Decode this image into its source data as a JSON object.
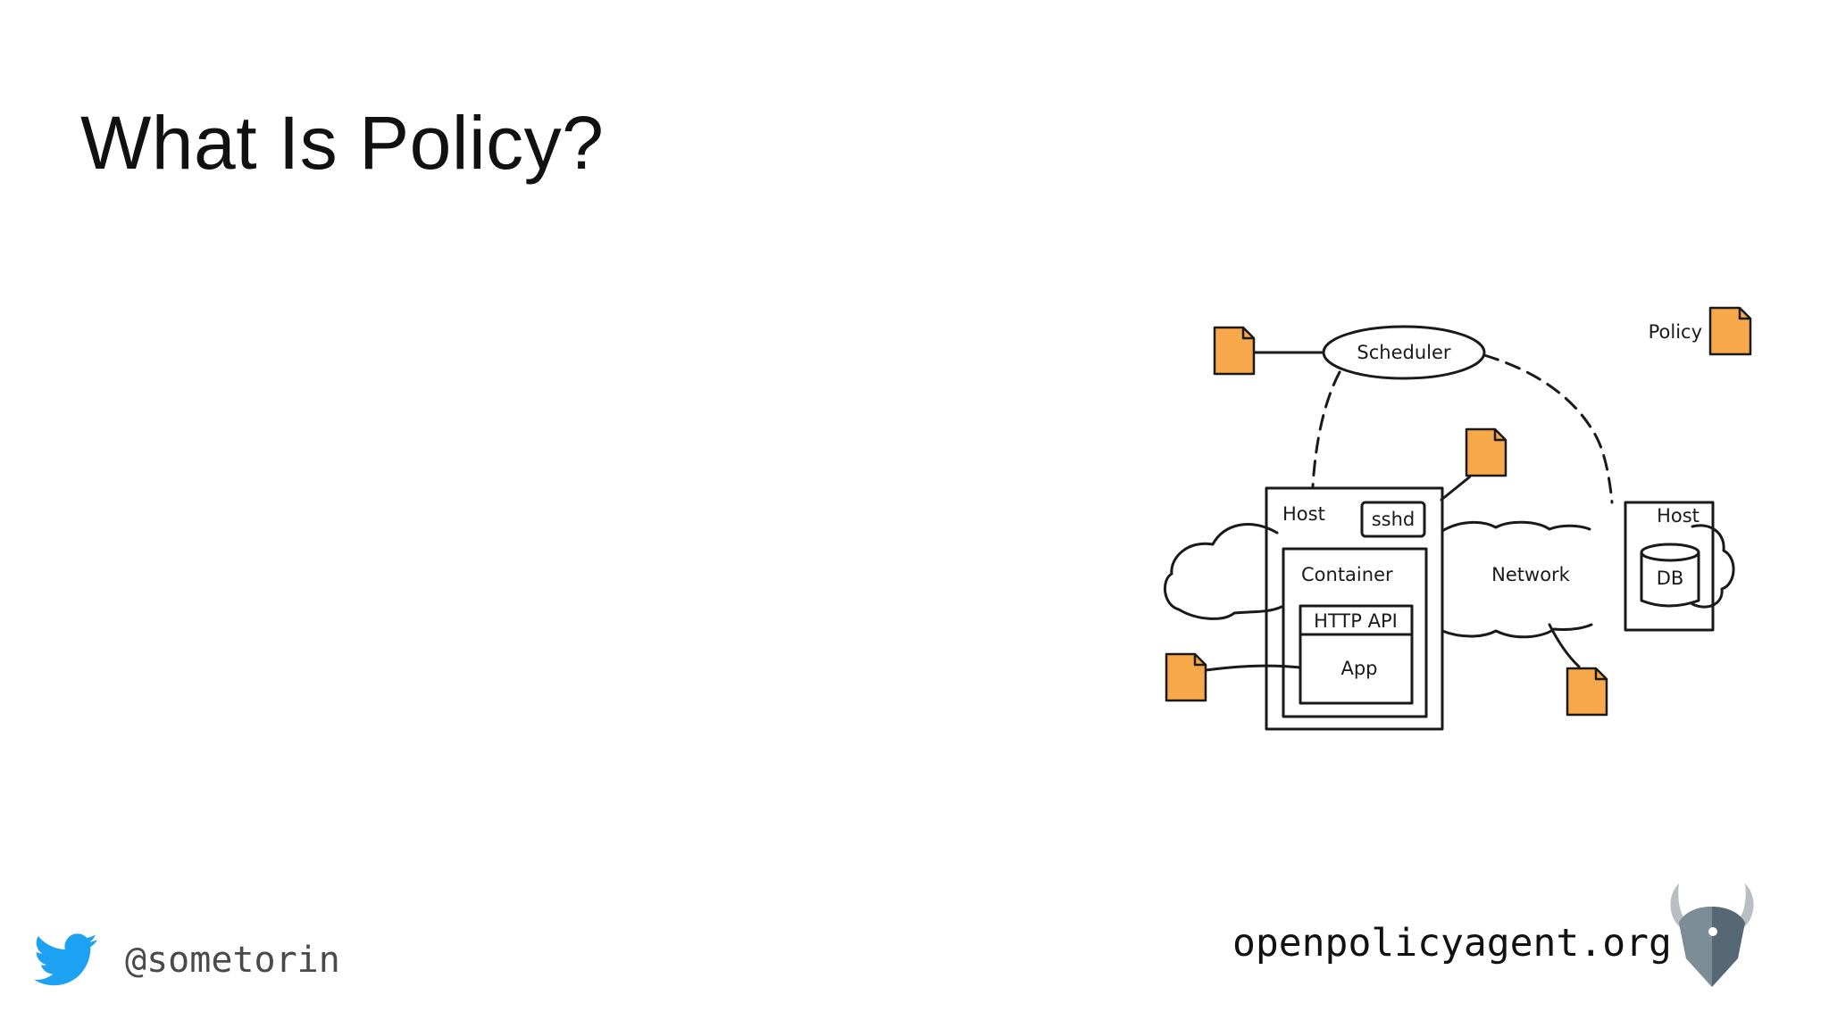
{
  "slide": {
    "title": "What Is Policy?"
  },
  "diagram": {
    "labels": {
      "scheduler": "Scheduler",
      "policy": "Policy",
      "host_left": "Host",
      "sshd": "sshd",
      "container": "Container",
      "http_api": "HTTP API",
      "app": "App",
      "network": "Network",
      "host_right": "Host",
      "db": "DB"
    },
    "colors": {
      "policy_doc_fill": "#f7a84a",
      "stroke": "#1a1a1a"
    }
  },
  "footer": {
    "twitter_handle": "@sometorin",
    "website": "openpolicyagent.org"
  },
  "icons": {
    "twitter": "twitter-bird-icon",
    "logo": "opa-viking-logo"
  },
  "colors": {
    "twitter_blue": "#1da1f2",
    "logo_dark": "#566874",
    "logo_horns": "#b8bec3"
  }
}
